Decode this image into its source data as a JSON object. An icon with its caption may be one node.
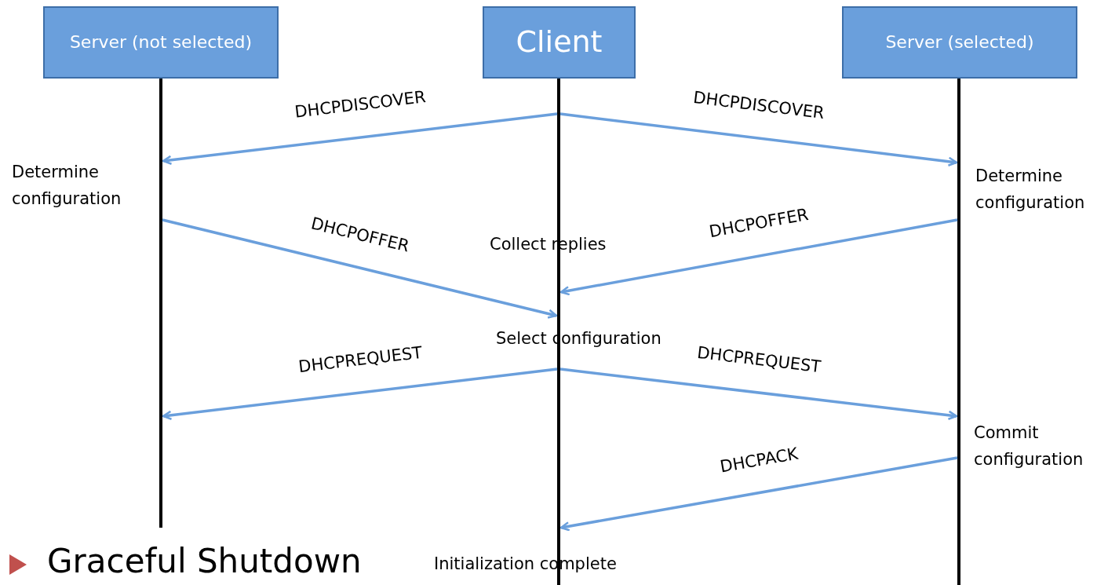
{
  "diagram": {
    "nodes": [
      {
        "text": [
          "Server (not selected)"
        ]
      },
      {
        "text": [
          "Client"
        ]
      },
      {
        "text": [
          "Server (selected)"
        ]
      }
    ],
    "edges": [
      {
        "from": 1,
        "to": 0,
        "arrow": "to",
        "label": "DHCPDISCOVER"
      },
      {
        "from": 1,
        "to": 2,
        "arrow": "to",
        "label": "DHCPDISCOVER"
      },
      {
        "from": 0,
        "to": 1,
        "arrow": "to",
        "label": "DHCPOFFER"
      },
      {
        "from": 2,
        "to": 1,
        "arrow": "to",
        "label": "DHCPOFFER"
      },
      {
        "from": 1,
        "to": 0,
        "arrow": "to",
        "label": "DHCPREQUEST"
      },
      {
        "from": 1,
        "to": 2,
        "arrow": "to",
        "label": "DHCPREQUEST"
      },
      {
        "from": 2,
        "to": 1,
        "arrow": "to",
        "label": "DHCPACK"
      }
    ],
    "labels": [
      "Determine configuration",
      "Determine configuration",
      "Collect replies",
      "Select configuration",
      "Commit configuration",
      "Initialization complete",
      "Graceful Shutdown"
    ]
  }
}
